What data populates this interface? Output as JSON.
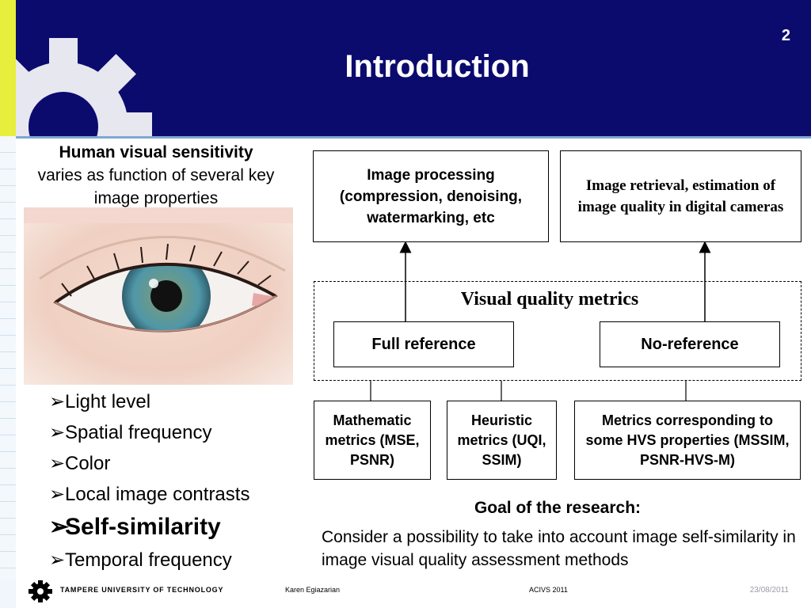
{
  "slide": {
    "number": "2",
    "title": "Introduction"
  },
  "intro": {
    "heading": "Human visual sensitivity",
    "text": "varies as function of several key image properties"
  },
  "bullets": [
    {
      "label": "Light level"
    },
    {
      "label": "Spatial frequency"
    },
    {
      "label": "Color"
    },
    {
      "label": "Local image contrasts"
    },
    {
      "label": "Self-similarity"
    },
    {
      "label": "Temporal frequency"
    }
  ],
  "diagram": {
    "applications": {
      "processing": "Image processing (compression, denoising, watermarking, etc",
      "retrieval": "Image retrieval, estimation of image quality in digital cameras"
    },
    "metrics_title": "Visual quality metrics",
    "full_reference": "Full reference",
    "no_reference": "No-reference",
    "mathematic": "Mathematic metrics (MSE, PSNR)",
    "heuristic": "Heuristic metrics (UQI, SSIM)",
    "hvs": "Metrics corresponding to some HVS properties (MSSIM, PSNR-HVS-M)"
  },
  "goal": {
    "title": "Goal of the research:",
    "text": "Consider a possibility to take into account image self-similarity in image visual quality assessment methods"
  },
  "footer": {
    "university": "TAMPERE UNIVERSITY OF TECHNOLOGY",
    "author": "Karen Egiazarian",
    "conference": "ACIVS 2011",
    "date": "23/08/2011"
  },
  "colors": {
    "header": "#0b0b6e",
    "accent": "#e8ee3c"
  }
}
